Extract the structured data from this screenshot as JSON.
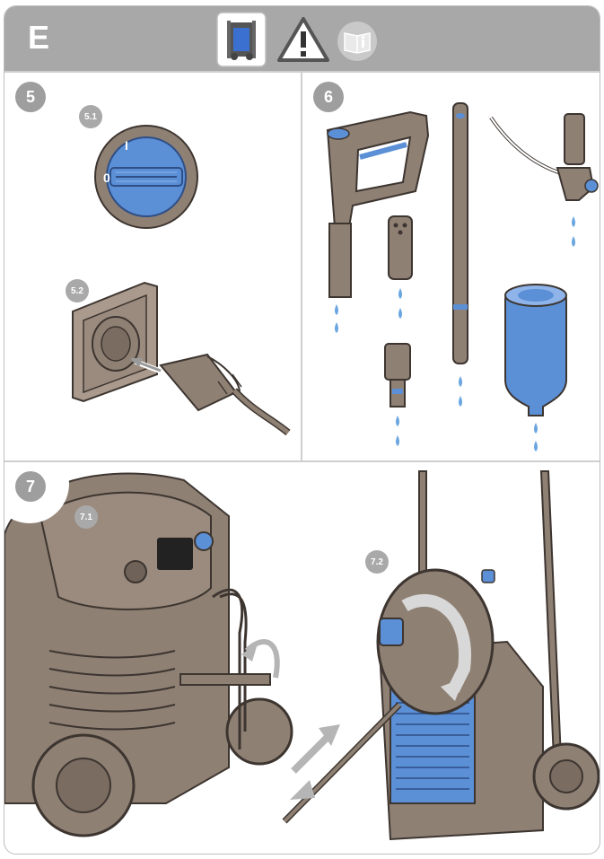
{
  "header": {
    "section_letter": "E",
    "icons": [
      "device-manual-icon",
      "warning-triangle-icon",
      "read-manual-icon"
    ]
  },
  "steps": {
    "step5": {
      "number": "5",
      "sub1": {
        "label": "5.1",
        "switch_on": "I",
        "switch_off": "0"
      },
      "sub2": {
        "label": "5.2"
      }
    },
    "step6": {
      "number": "6"
    },
    "step7": {
      "number": "7",
      "sub1": {
        "label": "7.1"
      },
      "sub2": {
        "label": "7.2"
      }
    }
  },
  "colors": {
    "header_bg": "#a8a8a8",
    "device_body": "#8f8074",
    "accent_blue": "#5b8fd6",
    "water_blue": "#6aa6e0",
    "badge_grey": "#9e9e9e"
  }
}
